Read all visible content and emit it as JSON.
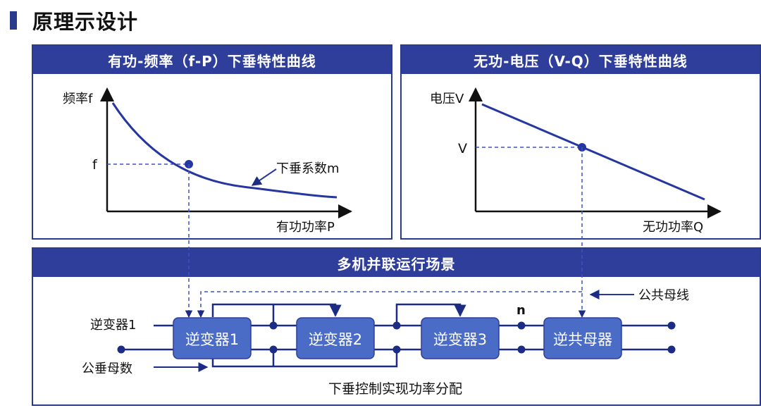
{
  "page": {
    "title": "原理示设计"
  },
  "colors": {
    "primary": "#2f3e9a",
    "box": "#4a6bc6",
    "line": "#1c2c84"
  },
  "left_chart": {
    "header": "有功-频率（f-P）下垂特性曲线",
    "y_axis_label": "频率f",
    "x_axis_label": "有功功率P",
    "point_label": "f",
    "curve_label": "下垂系数m"
  },
  "right_chart": {
    "header": "无功-电压（V-Q）下垂特性曲线",
    "y_axis_label": "电压V",
    "x_axis_label": "无功功率Q",
    "point_label": "V"
  },
  "scene": {
    "header": "多机并联运行场景",
    "labels": {
      "inverter_left": "逆变器1",
      "droop_coeff": "公垂母数",
      "bus": "公共母线",
      "node_n": "n",
      "footer": "下垂控制实现功率分配"
    },
    "boxes": [
      "逆变器1",
      "逆变器2",
      "逆变器3",
      "逆共母器"
    ]
  }
}
